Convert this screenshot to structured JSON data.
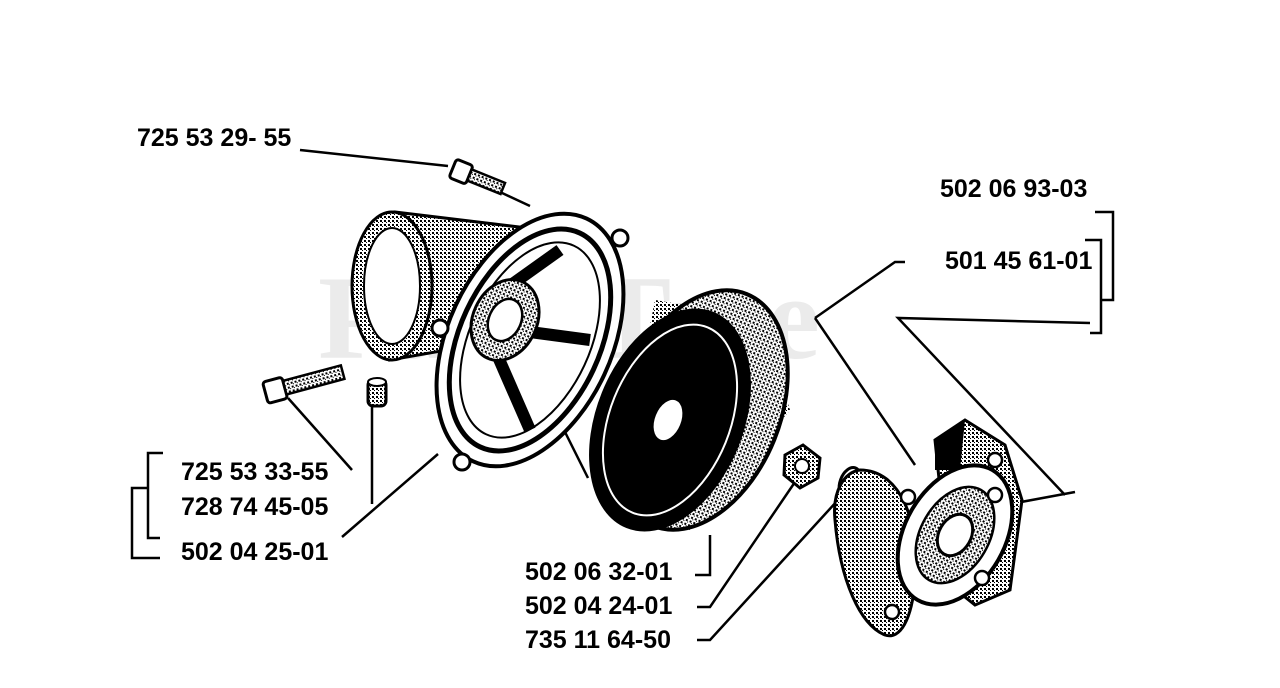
{
  "diagram": {
    "watermark": "PartsTree",
    "labels": {
      "bolt_top": "725 53 29- 55",
      "clutch_assy": "502 06 93-03",
      "clutch_shoe": "501 45 61-01",
      "screw": "725 53 33-55",
      "nut_small": "728 74 45-05",
      "housing": "502 04 25-01",
      "drum": "502 06 32-01",
      "nut": "502 04 24-01",
      "washer": "735 11 64-50"
    }
  }
}
